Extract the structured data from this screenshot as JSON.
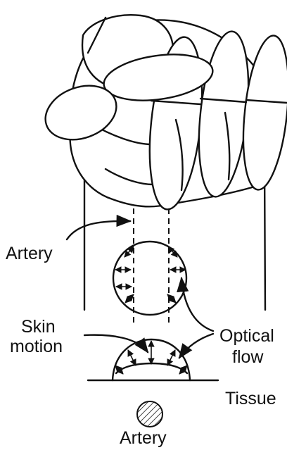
{
  "labels": {
    "artery_top": "Artery",
    "skin_motion_line1": "Skin",
    "skin_motion_line2": "motion",
    "optical_flow_line1": "Optical",
    "optical_flow_line2": "flow",
    "tissue": "Tissue",
    "artery_bottom": "Artery"
  },
  "colors": {
    "ink": "#111111",
    "background": "#ffffff"
  }
}
